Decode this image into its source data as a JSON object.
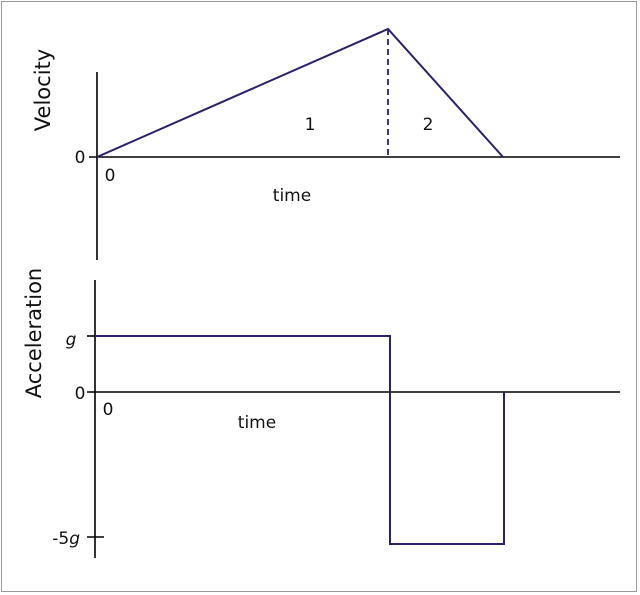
{
  "velocity_graph": {
    "ylabel": "Velocity",
    "xlabel": "time",
    "y_zero_label": "0",
    "x_origin_label": "0",
    "region_labels": [
      "1",
      "2"
    ]
  },
  "acceleration_graph": {
    "ylabel": "Acceleration",
    "xlabel": "time",
    "y_g_label": "g",
    "y_zero_label": "0",
    "y_neg5g_prefix": "-5",
    "y_neg5g_var": "g",
    "x_origin_label": "0"
  },
  "colors": {
    "curve": "#2e1f6b",
    "axis": "#000000"
  }
}
